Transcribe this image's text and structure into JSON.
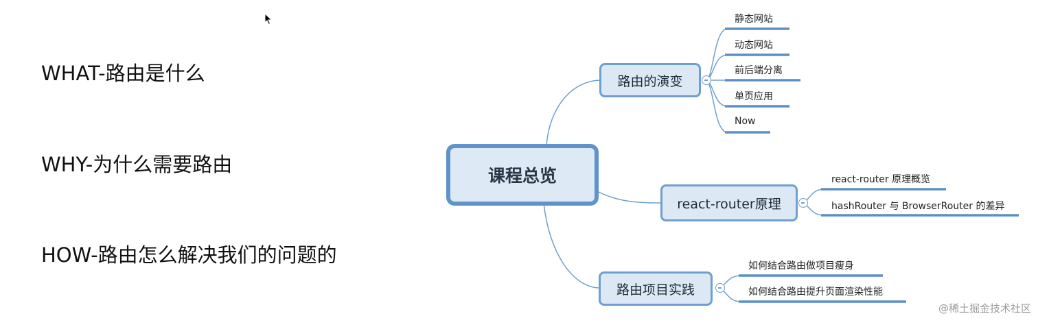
{
  "left_items": [
    "WHAT-路由是什么",
    "WHY-为什么需要路由",
    "HOW-路由怎么解决我们的问题的"
  ],
  "mindmap": {
    "root": "课程总览",
    "branches": [
      {
        "label": "路由的演变",
        "children": [
          "静态网站",
          "动态网站",
          "前后端分离",
          "单页应用",
          "Now"
        ]
      },
      {
        "label": "react-router原理",
        "children": [
          "react-router 原理概览",
          "hashRouter 与 BrowserRouter 的差异"
        ]
      },
      {
        "label": "路由项目实践",
        "children": [
          "如何结合路由做项目瘦身",
          "如何结合路由提升页面渲染性能"
        ]
      }
    ]
  },
  "watermark": "@稀土掘金技术社区",
  "colors": {
    "line": "#6e9fd0",
    "node_fill": "#dce8f4",
    "root_border": "#5f93c9"
  }
}
